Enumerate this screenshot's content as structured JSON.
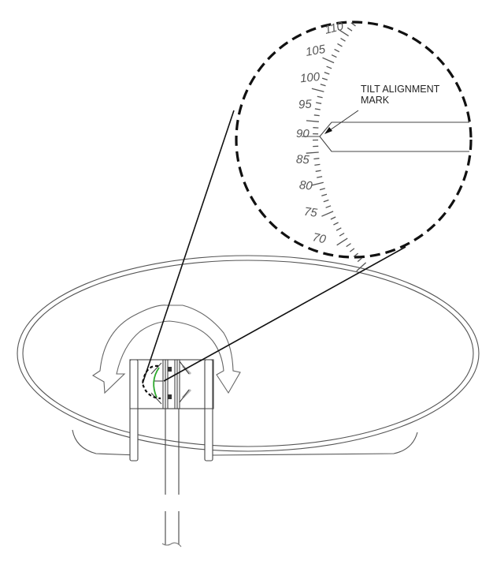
{
  "diagram": {
    "type": "technical-drawing",
    "subject": "satellite dish antenna rear view with tilt adjustment detail",
    "detail_view": {
      "shape": "dashed-circle",
      "scale_labels": [
        "110",
        "105",
        "100",
        "95",
        "90",
        "85",
        "80",
        "75",
        "70"
      ],
      "callout": {
        "line1": "TILT ALIGNMENT",
        "line2": "MARK"
      },
      "pointer_value": "90"
    },
    "annotations": {
      "rotation_arrow": "double-headed curved arrow indicating tilt rotation",
      "highlight_color": "#2eaa2e"
    },
    "colors": {
      "line": "#333333",
      "dashed_outline": "#111111",
      "label": "#555555",
      "highlight": "#2eaa2e"
    }
  }
}
